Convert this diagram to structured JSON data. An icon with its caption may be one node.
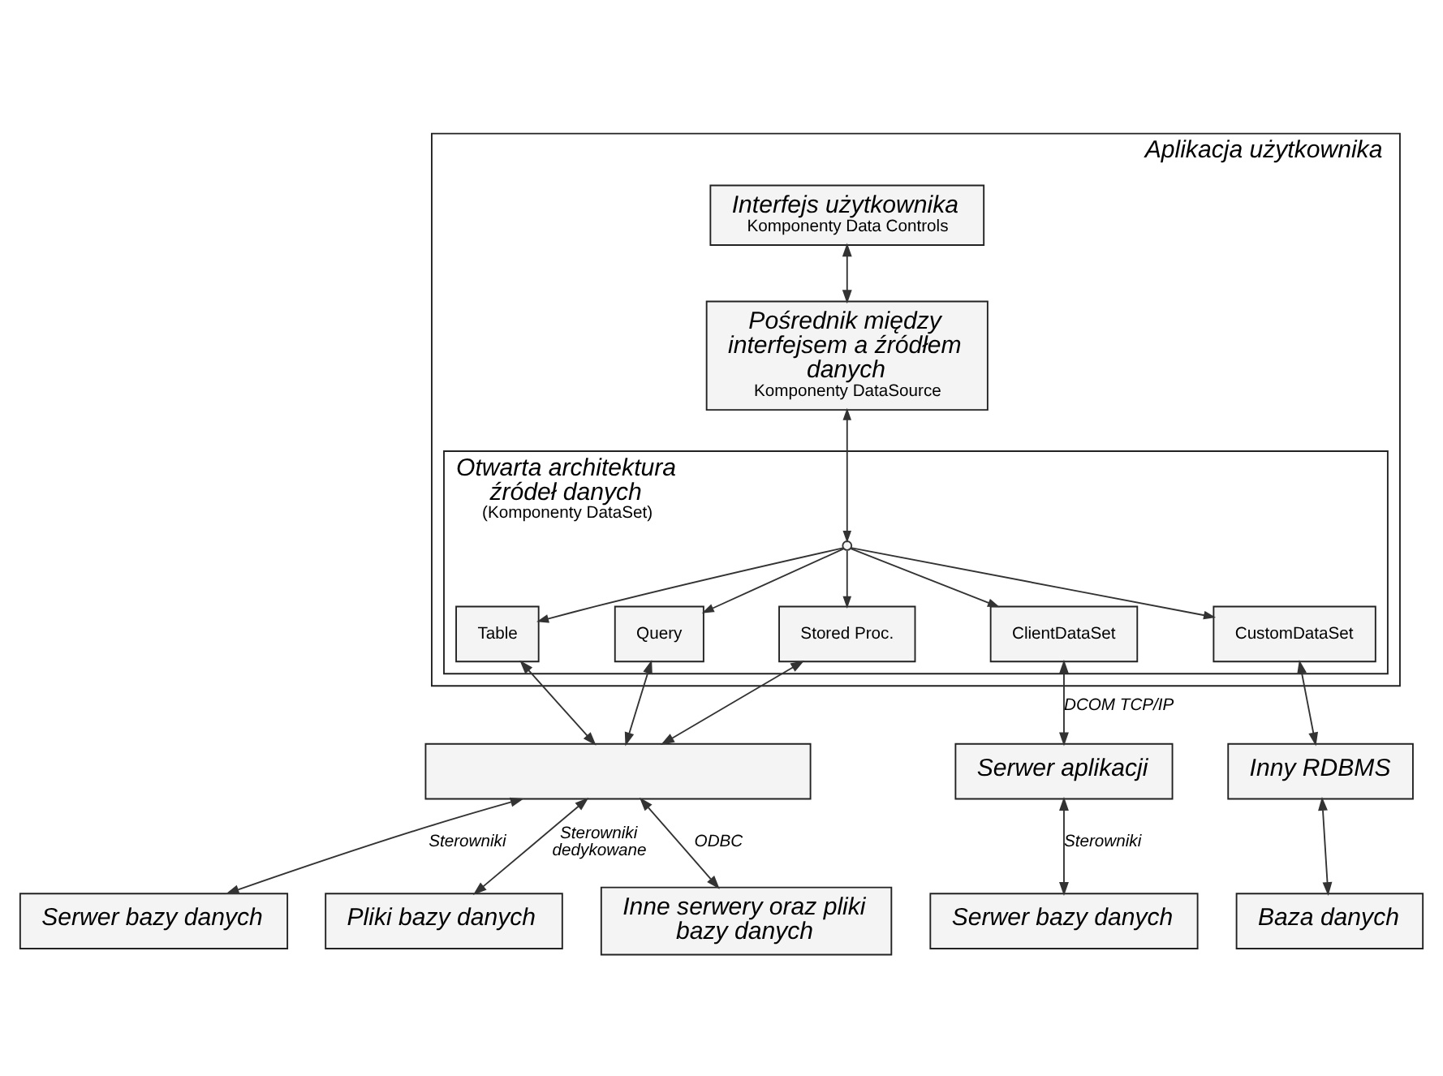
{
  "diagram": {
    "nodes": [
      {
        "text": [
          "Aplikacja użytkownika"
        ]
      },
      {
        "text": [
          "Interfejs użytkownika",
          "Komponenty Data Controls"
        ],
        "in": 0
      },
      {
        "text": [
          "Pośrednik między interfejsem a źródłem danych",
          "Komponenty DataSource"
        ],
        "in": 0
      },
      {
        "text": [
          "Otwarta architektura źródeł danych",
          "(Komponenty DataSet)"
        ],
        "in": 0
      },
      {
        "text": [
          "Table"
        ],
        "in": 3
      },
      {
        "text": [
          "Query"
        ],
        "in": 3
      },
      {
        "text": [
          "Stored Proc."
        ],
        "in": 3
      },
      {
        "text": [
          "ClientDataSet"
        ],
        "in": 3
      },
      {
        "text": [
          "CustomDataSet"
        ],
        "in": 3
      },
      {
        "text": [],
        "shape": "box"
      },
      {
        "text": [
          "Serwer aplikacji"
        ]
      },
      {
        "text": [
          "Inny RDBMS"
        ]
      },
      {
        "text": [
          "Serwer bazy danych"
        ]
      },
      {
        "text": [
          "Pliki bazy danych"
        ]
      },
      {
        "text": [
          "Serwer bazy danych"
        ]
      },
      {
        "text": [
          "Baza danych"
        ]
      },
      {
        "text": [
          "Inne serwery oraz pliki bazy danych"
        ]
      }
    ],
    "edges": [
      {
        "from": 1,
        "to": 2,
        "arrow": "both"
      },
      {
        "from": 2,
        "to": 3,
        "arrow": "both"
      },
      {
        "from": 3,
        "to": 4,
        "arrow": "to"
      },
      {
        "from": 3,
        "to": 5,
        "arrow": "to"
      },
      {
        "from": 3,
        "to": 6,
        "arrow": "to"
      },
      {
        "from": 3,
        "to": 7,
        "arrow": "to"
      },
      {
        "from": 3,
        "to": 8,
        "arrow": "to"
      },
      {
        "from": 9,
        "to": 4,
        "arrow": "both"
      },
      {
        "from": 9,
        "to": 5,
        "arrow": "both"
      },
      {
        "from": 9,
        "to": 6,
        "arrow": "both"
      },
      {
        "from": 7,
        "to": 10,
        "arrow": "both",
        "label": "DCOM TCP/IP"
      },
      {
        "from": 8,
        "to": 11,
        "arrow": "both"
      },
      {
        "from": 9,
        "to": 12,
        "arrow": "both",
        "label": "Sterowniki"
      },
      {
        "from": 9,
        "to": 16,
        "arrow": "both",
        "label": "ODBC"
      },
      {
        "from": 9,
        "to": 13,
        "arrow": "both",
        "label": "Sterowniki dedykowane"
      },
      {
        "from": 10,
        "to": 14,
        "arrow": "both",
        "label": "Sterowniki"
      },
      {
        "from": 11,
        "to": 15,
        "arrow": "both"
      }
    ]
  }
}
